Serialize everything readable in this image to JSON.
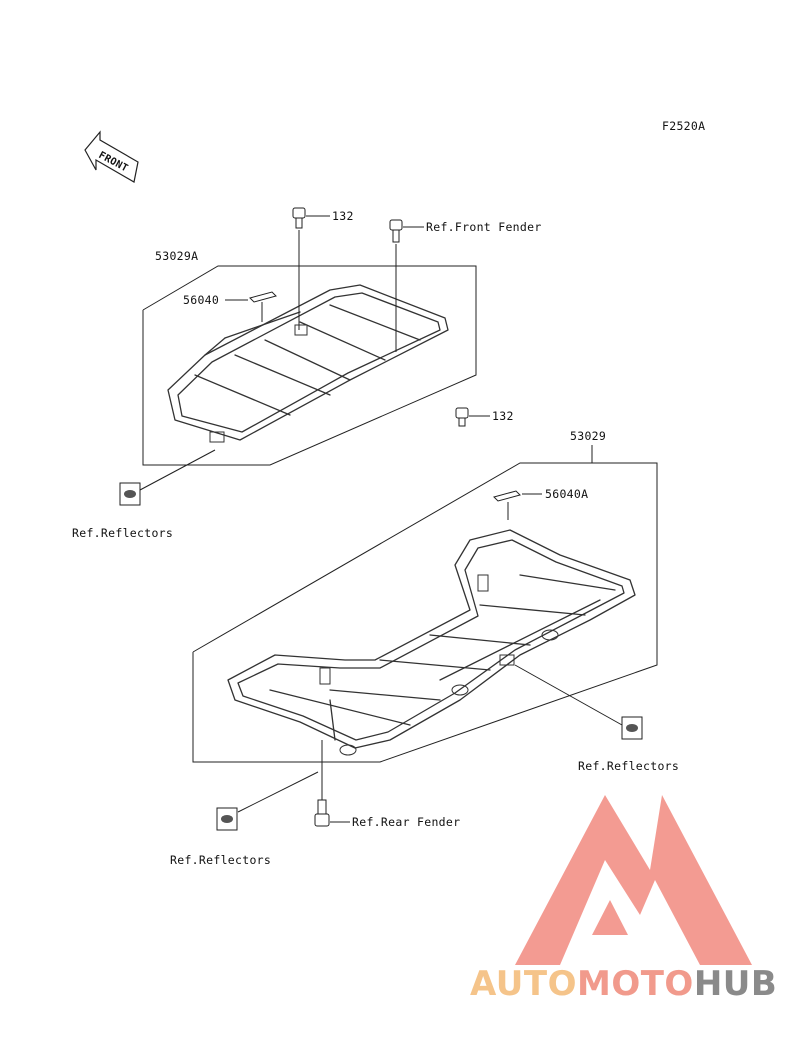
{
  "diagram_code": "F2520A",
  "front_arrow": {
    "label": "FRONT",
    "icon": "front-direction-arrow-icon"
  },
  "labels": {
    "part_132_top": "132",
    "ref_front_fender": "Ref.Front Fender",
    "part_53029a": "53029A",
    "part_56040": "56040",
    "part_132_mid": "132",
    "part_53029": "53029",
    "part_56040a": "56040A",
    "ref_reflectors_left": "Ref.Reflectors",
    "ref_reflectors_right": "Ref.Reflectors",
    "ref_rear_fender": "Ref.Rear Fender",
    "ref_reflectors_bottom": "Ref.Reflectors"
  },
  "watermark": {
    "part1": "AUTO",
    "part2": "MOTO",
    "part3": "HUB",
    "colors": {
      "auto": "#f5c48a",
      "moto": "#f19a8c",
      "hub": "#8a8a8a",
      "logo": "#f28a80"
    }
  }
}
